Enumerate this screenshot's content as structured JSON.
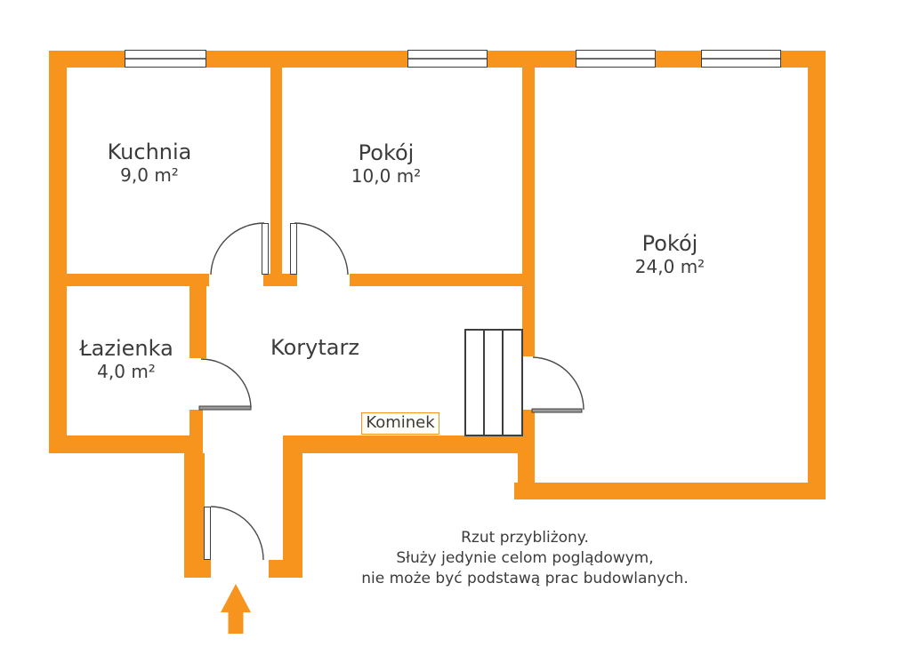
{
  "plan": {
    "rooms": [
      {
        "key": "kuchnia",
        "name": "Kuchnia",
        "area": "9,0 m²"
      },
      {
        "key": "pokoj-maly",
        "name": "Pokój",
        "area": "10,0 m²"
      },
      {
        "key": "pokoj-duzy",
        "name": "Pokój",
        "area": "24,0 m²"
      },
      {
        "key": "lazienka",
        "name": "Łazienka",
        "area": "4,0 m²"
      },
      {
        "key": "korytarz",
        "name": "Korytarz"
      }
    ],
    "fireplace_label": "Kominek"
  },
  "disclaimer": {
    "lines": [
      "Rzut przybliżony.",
      "Służy jedynie celom poglądowym,",
      "nie może być podstawą prac budowlanych."
    ]
  },
  "colors": {
    "wall_orange": "#F7941E",
    "text_dark": "#3C3C3C",
    "line_dark": "#4A4A4A"
  }
}
